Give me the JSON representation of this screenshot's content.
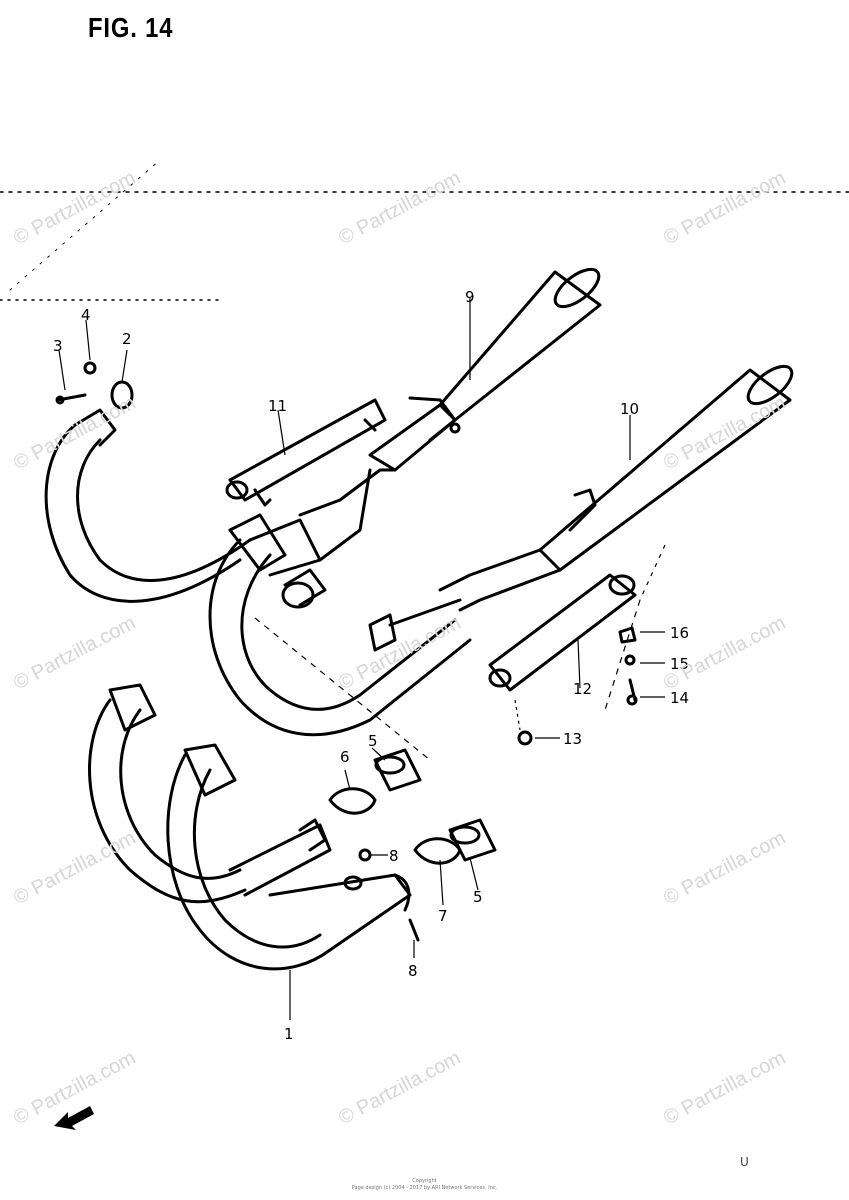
{
  "figure": {
    "title": "FIG. 14"
  },
  "callouts": [
    {
      "id": "c1",
      "label": "1"
    },
    {
      "id": "c2",
      "label": "2"
    },
    {
      "id": "c3",
      "label": "3"
    },
    {
      "id": "c4",
      "label": "4"
    },
    {
      "id": "c5a",
      "label": "5"
    },
    {
      "id": "c5b",
      "label": "5"
    },
    {
      "id": "c6",
      "label": "6"
    },
    {
      "id": "c7",
      "label": "7"
    },
    {
      "id": "c8a",
      "label": "8"
    },
    {
      "id": "c8b",
      "label": "8"
    },
    {
      "id": "c9",
      "label": "9"
    },
    {
      "id": "c10",
      "label": "10"
    },
    {
      "id": "c11",
      "label": "11"
    },
    {
      "id": "c12",
      "label": "12"
    },
    {
      "id": "c13",
      "label": "13"
    },
    {
      "id": "c14",
      "label": "14"
    },
    {
      "id": "c15",
      "label": "15"
    },
    {
      "id": "c16",
      "label": "16"
    }
  ],
  "watermark": "© Partzilla.com",
  "footer": {
    "line1": "Copyright",
    "line2": "Page design (c) 2004 - 2017 by ARI Network Services, Inc."
  },
  "corner_mark": "U"
}
